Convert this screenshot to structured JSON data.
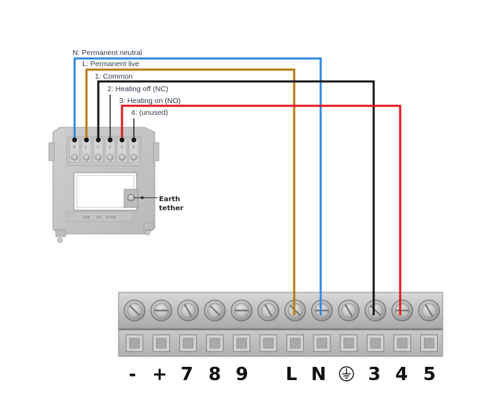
{
  "thermostat_labels": [
    "N: Permanent neutral",
    "L: Permanent live",
    "1: Common",
    "2: Heating off (NC)",
    "3: Heating on (NO)",
    "4: (unused)"
  ],
  "pin_labels": [
    "N",
    "L",
    "1",
    "2",
    "3",
    "4"
  ],
  "earth_tether": [
    "Earth",
    "tether"
  ],
  "fuse_text": [
    "USE",
    "3A",
    "FUSE"
  ],
  "terminal_labels": [
    "-",
    "+",
    "7",
    "8",
    "9",
    "L",
    "N",
    "3",
    "4",
    "5"
  ],
  "earth_symbol_name": "earth-ground-icon",
  "wire_colors": {
    "neutral": "#2e8bdc",
    "live": "#b87a0e",
    "common": "#151515",
    "heating_on": "#e0161c"
  }
}
